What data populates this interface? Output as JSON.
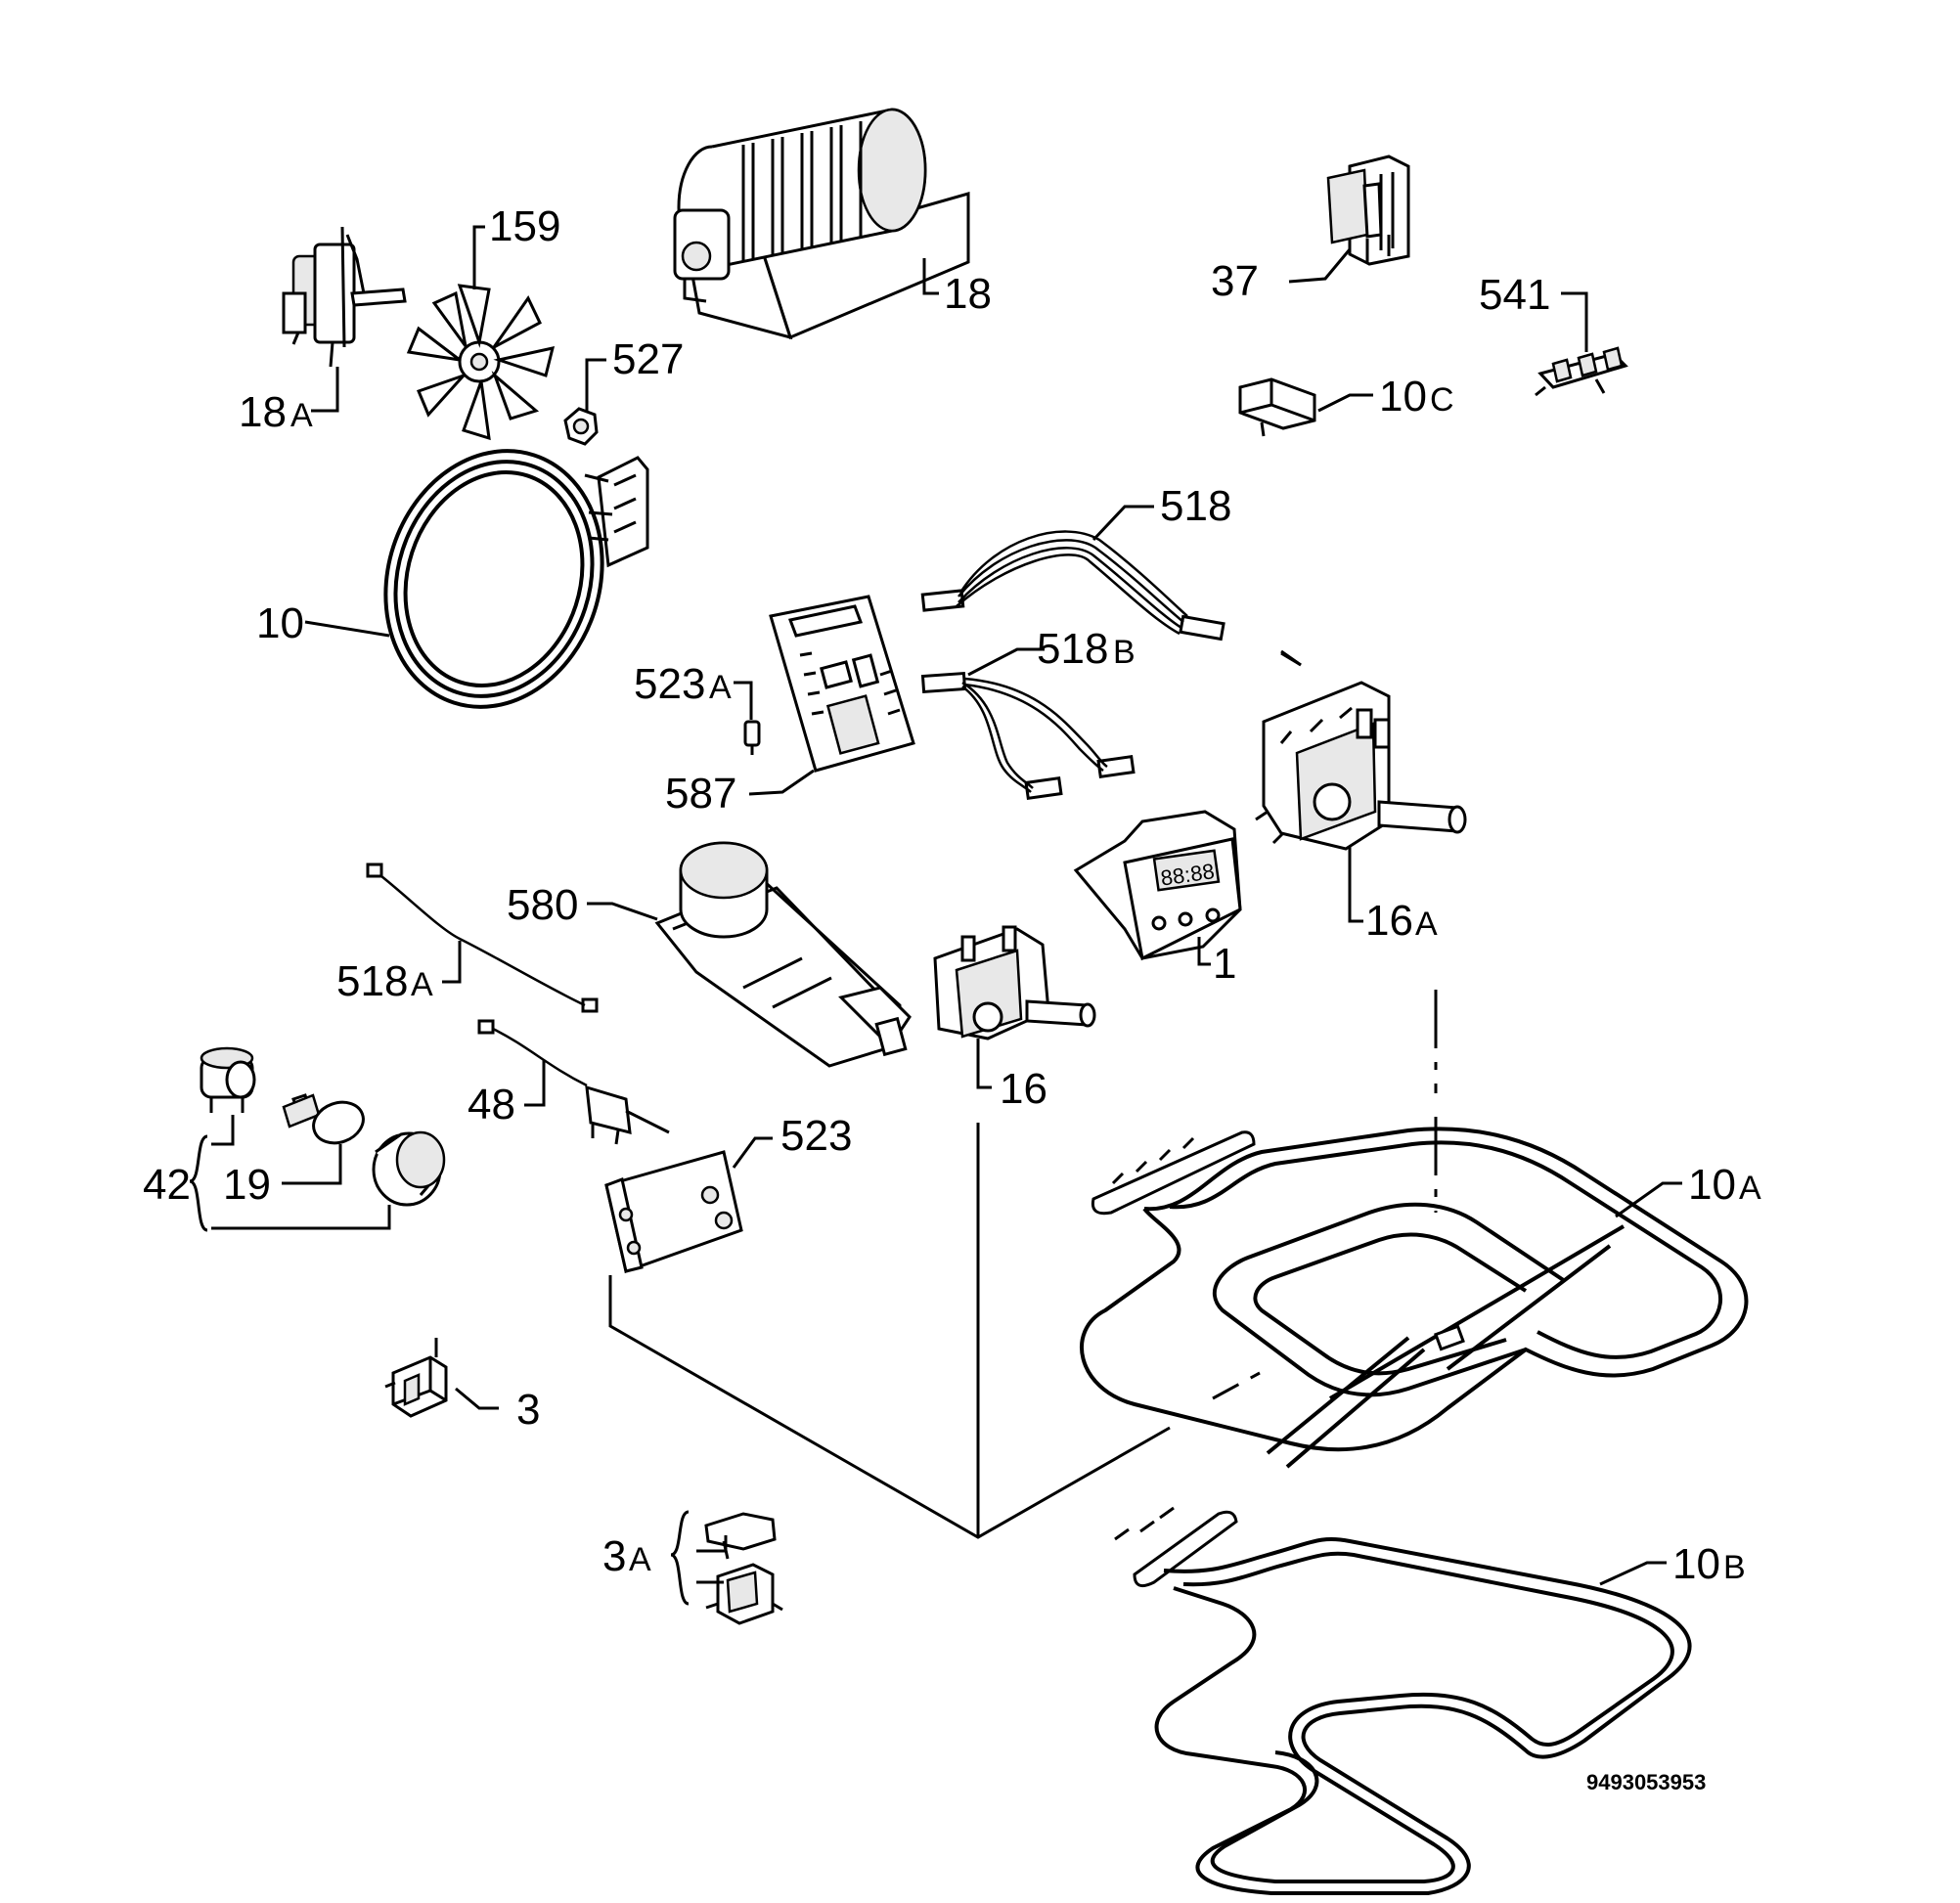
{
  "labels": {
    "l18a": "18",
    "l18a_suffix": "A",
    "l159": "159",
    "l18": "18",
    "l527": "527",
    "l37": "37",
    "l541": "541",
    "l10c": "10",
    "l10c_suffix": "C",
    "l518": "518",
    "l10": "10",
    "l518b": "518",
    "l518b_suffix": "B",
    "l523a": "523",
    "l523a_suffix": "A",
    "l587": "587",
    "l580": "580",
    "l16a": "16",
    "l16a_suffix": "A",
    "l1": "1",
    "l518a": "518",
    "l518a_suffix": "A",
    "l16": "16",
    "l48": "48",
    "l523": "523",
    "l42": "42",
    "l19": "19",
    "l10a": "10",
    "l10a_suffix": "A",
    "l3": "3",
    "l10b": "10",
    "l10b_suffix": "B",
    "l3a": "3",
    "l3a_suffix": "A"
  },
  "display_digits": "88:88",
  "drawing_code": "9493053953"
}
